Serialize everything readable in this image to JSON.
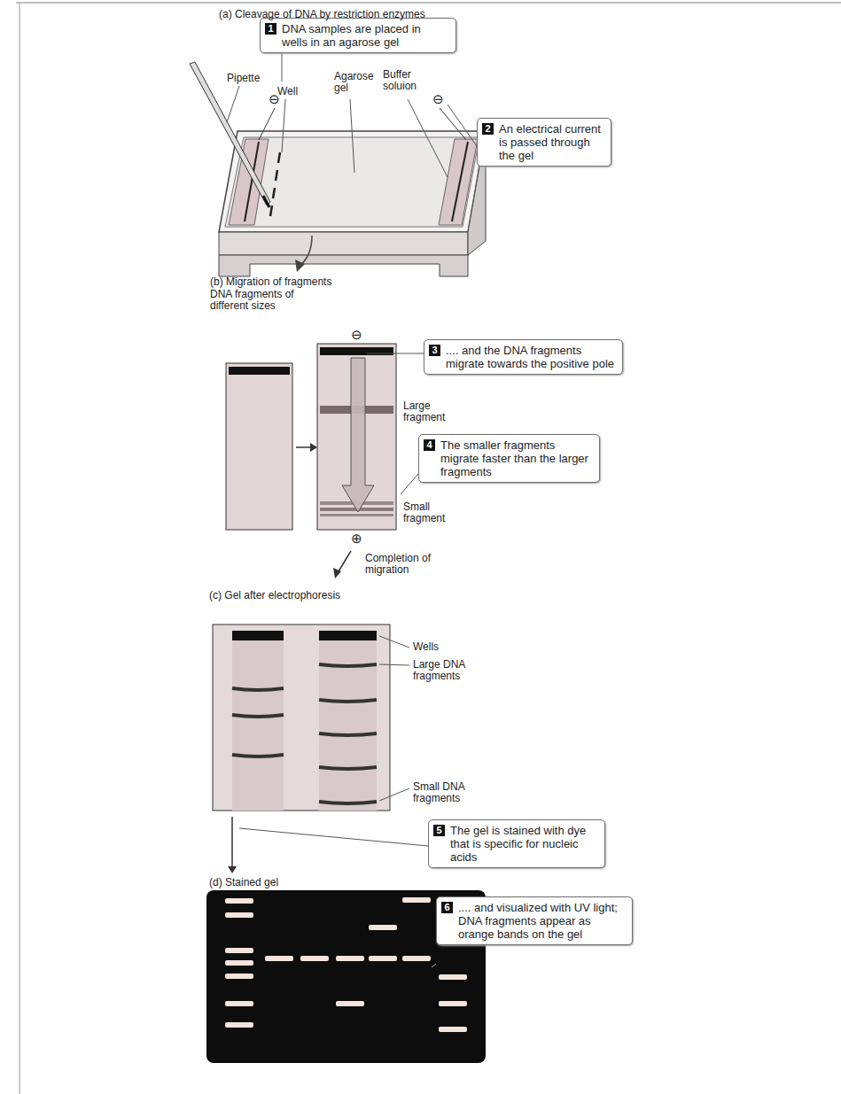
{
  "diagram": {
    "nodes": [
      {
        "text": [
          "1",
          "DNA samples are placed in wells in an agarose gel"
        ]
      },
      {
        "text": [
          "2",
          "An electrical current is passed through the gel"
        ]
      },
      {
        "text": [
          "3",
          ".... and the DNA fragments migrate towards the positive pole"
        ]
      },
      {
        "text": [
          "4",
          "The smaller fragments migrate faster than the larger fragments"
        ]
      },
      {
        "text": [
          "5",
          "The gel is stained with dye that is specific for nucleic acids"
        ]
      },
      {
        "text": [
          "6",
          ".... and visualized with UV light; DNA fragments appear as orange bands on the gel"
        ]
      }
    ],
    "labels": [
      "(a) Cleavage of DNA by restriction enzymes",
      "Pipette",
      "Well",
      "Agarose gel",
      "Buffer soluion",
      "⊖",
      "⊖",
      "(b) Migration of fragments",
      "DNA fragments of different sizes",
      "⊖",
      "Large fragment",
      "Small fragment",
      "⊕",
      "Completion of migration",
      "(c) Gel after electrophoresis",
      "Wells",
      "Large DNA fragments",
      "Small DNA fragments",
      "(d) Stained gel"
    ]
  }
}
